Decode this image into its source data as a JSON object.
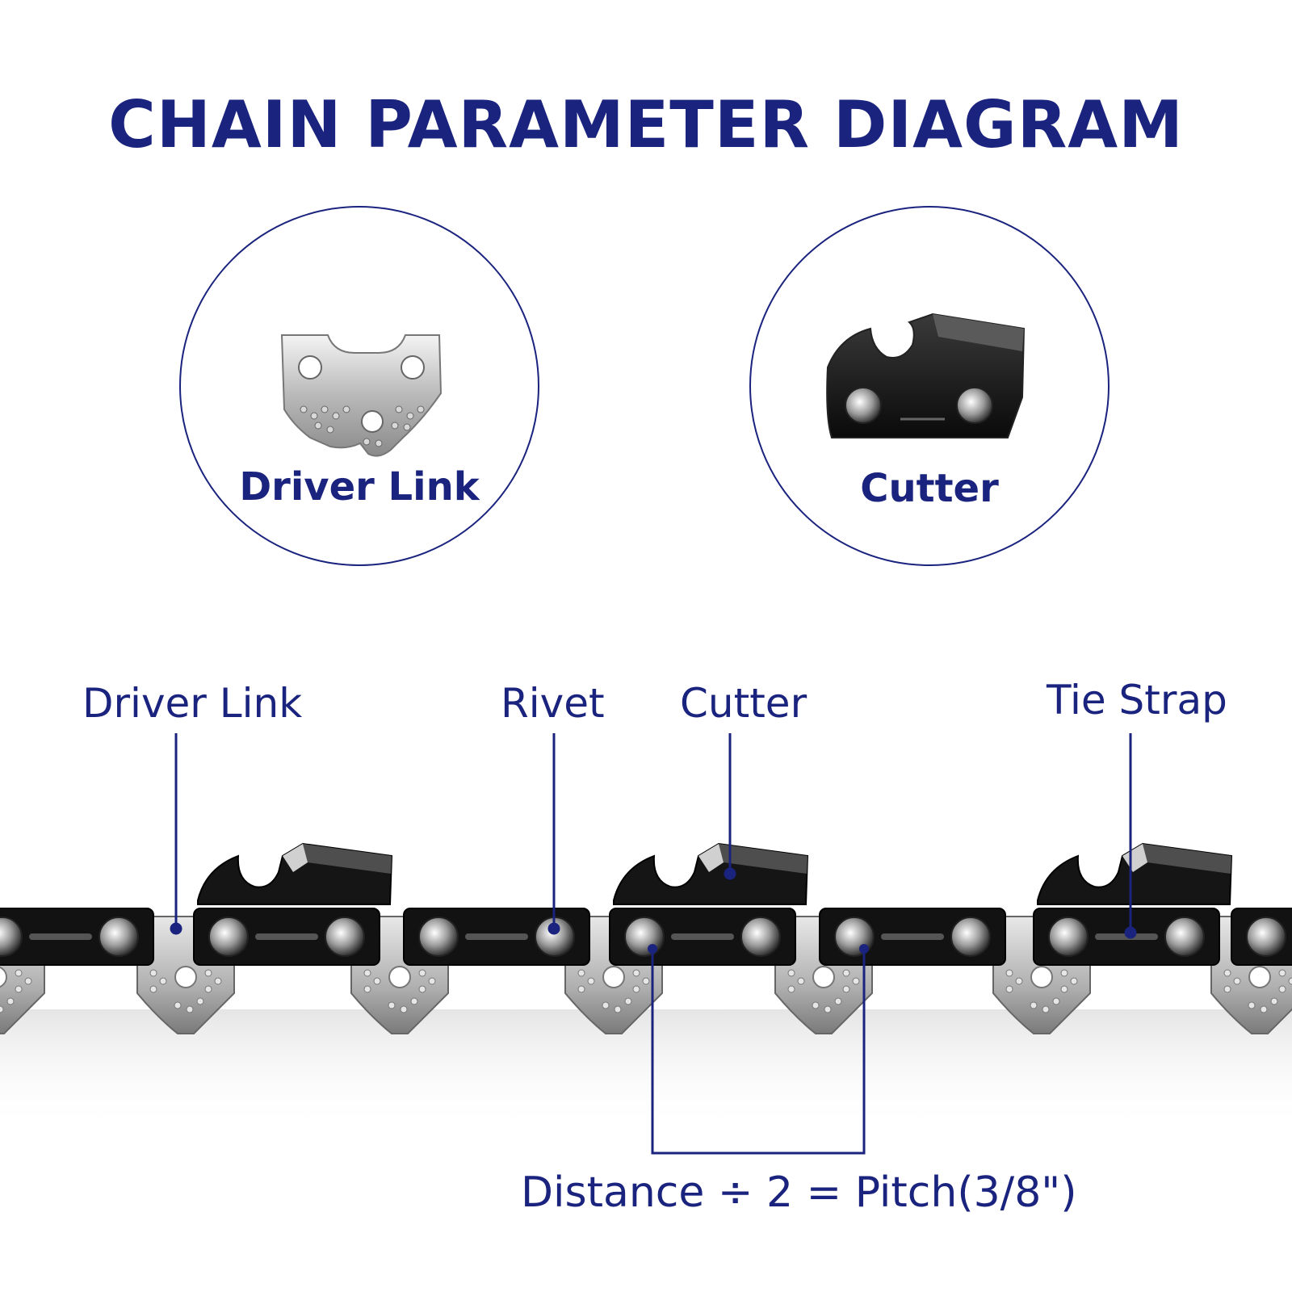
{
  "title": "CHAIN PARAMETER DIAGRAM",
  "detail_circles": [
    {
      "label": "Driver Link",
      "icon": "driver-link-part"
    },
    {
      "label": "Cutter",
      "icon": "cutter-part"
    }
  ],
  "callouts": {
    "driver_link": "Driver Link",
    "rivet": "Rivet",
    "cutter": "Cutter",
    "tie_strap": "Tie Strap"
  },
  "formula": "Distance ÷ 2 = Pitch(3/8\")",
  "colors": {
    "accent": "#1a237e",
    "steel": "#c8c8c8",
    "black_link": "#111111",
    "background": "#ffffff"
  }
}
